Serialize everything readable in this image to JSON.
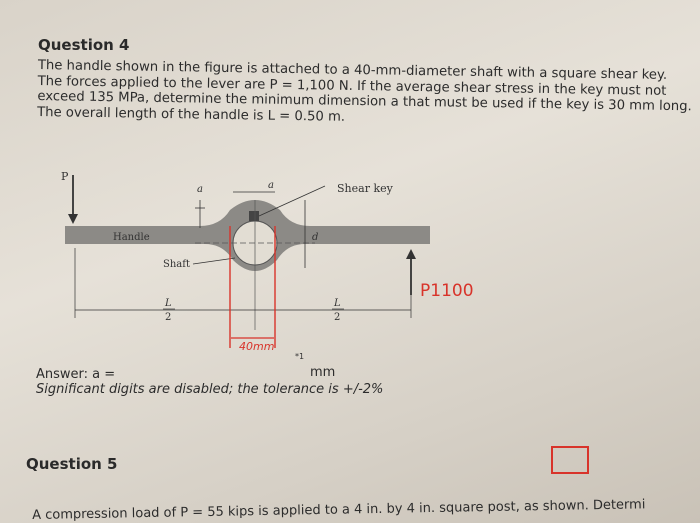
{
  "question4": {
    "title": "Question 4",
    "lines": [
      "The handle shown in the figure is attached to a 40-mm-diameter shaft with a square shear key.",
      "The forces applied to the lever are P = 1,100 N. If the average shear stress in the key must not",
      "exceed 135 MPa, determine the minimum dimension a that must be used if the key is 30 mm long.",
      "The overall length of the handle is L = 0.50 m."
    ]
  },
  "figure": {
    "label_p": "P",
    "label_a_left": "a",
    "label_a_top": "a",
    "label_shear_key": "Shear key",
    "label_handle": "Handle",
    "label_shaft": "Shaft",
    "label_d": "d",
    "label_l": "L",
    "label_2": "2",
    "handwritten_p": "P1100",
    "handwritten_diameter": "40mm"
  },
  "answer": {
    "label": "Answer: a =",
    "value": "",
    "unit": "mm",
    "superscript": "*1",
    "tolerance_note": "Significant digits are disabled; the tolerance is +/-2%"
  },
  "question5": {
    "title": "Question 5",
    "partial_text": "A compression load of P = 55 kips is applied to a 4 in. by 4 in. square post, as shown. Determi"
  },
  "colors": {
    "ink_red": "#d8332a",
    "handle_gray": "#8c8a86",
    "text": "#2c2c2c"
  }
}
